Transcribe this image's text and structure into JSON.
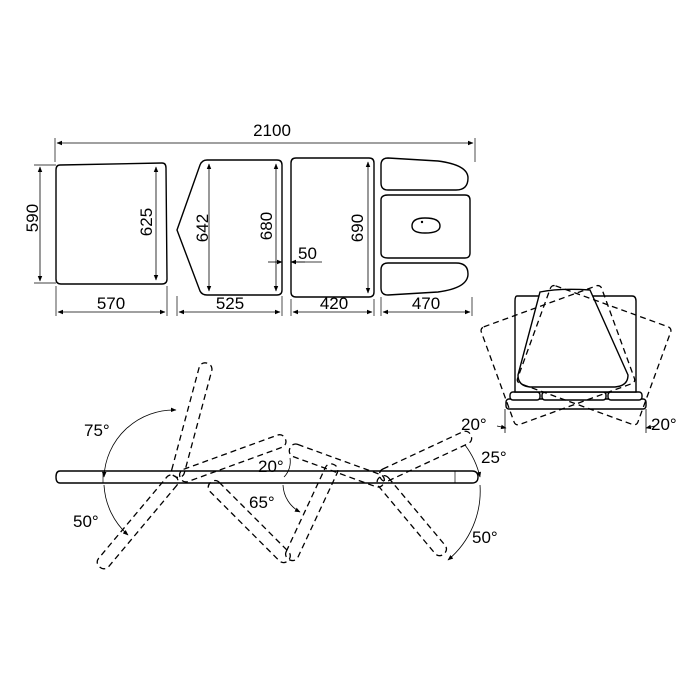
{
  "top_view": {
    "total_length": "2100",
    "width": "590",
    "segments": {
      "head_length": "570",
      "head_width": "625",
      "upper_length": "525",
      "upper_inner_width": "642",
      "upper_outer_width": "680",
      "middle_length": "420",
      "middle_width": "690",
      "gap": "50",
      "foot_length": "470"
    }
  },
  "side_view": {
    "angles": {
      "head_up": "75°",
      "head_down": "50°",
      "middle_up": "20°",
      "middle_down": "65°",
      "foot_up": "25°",
      "foot_down": "50°"
    }
  },
  "end_view": {
    "tilt_left": "20°",
    "tilt_right": "20°"
  }
}
